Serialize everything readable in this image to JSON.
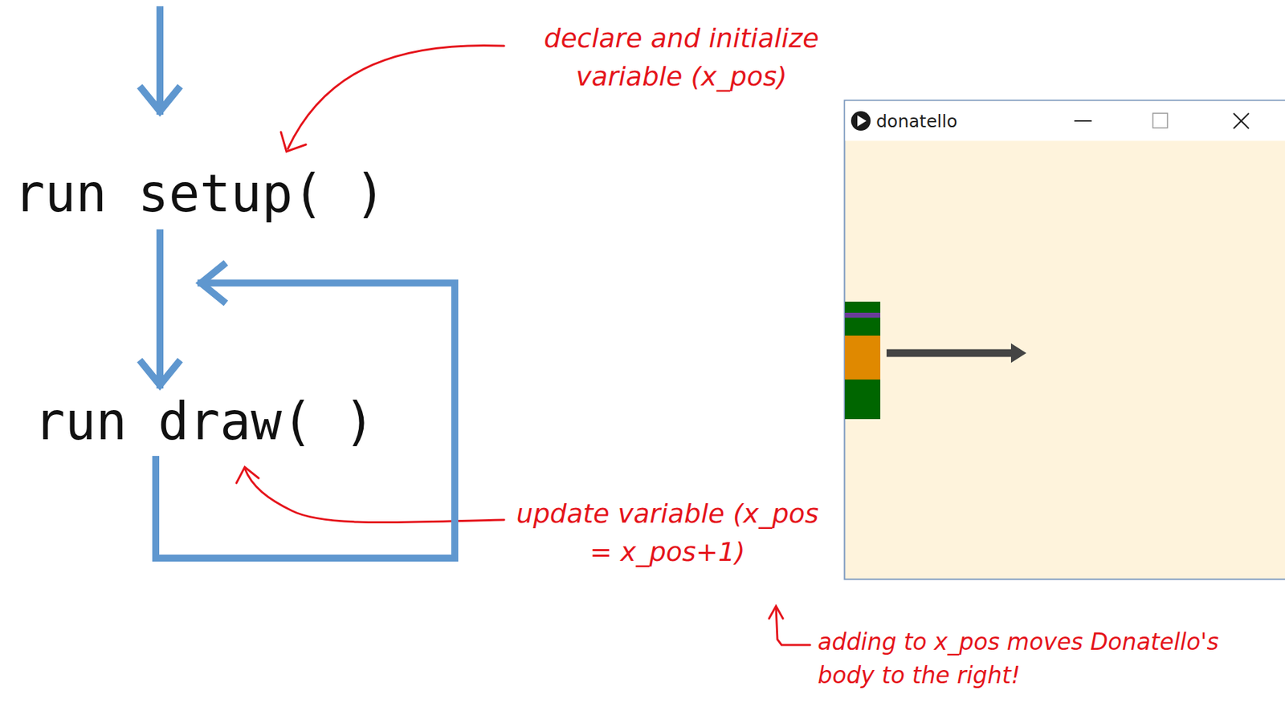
{
  "diagram": {
    "nodes": [
      {
        "text": [
          "run setup( )"
        ]
      },
      {
        "text": [
          "run draw( )"
        ]
      },
      {
        "text": [
          "donatello"
        ]
      }
    ],
    "edges": [
      {
        "from": 0,
        "to": 1,
        "arrow": "to"
      },
      {
        "from": 1,
        "to": 1,
        "arrow": "to"
      }
    ],
    "labels": [
      "declare and initialize variable (x_pos)",
      "update variable (x_pos = x_pos+1)",
      "adding to x_pos moves Donatello's body to the right!"
    ]
  }
}
